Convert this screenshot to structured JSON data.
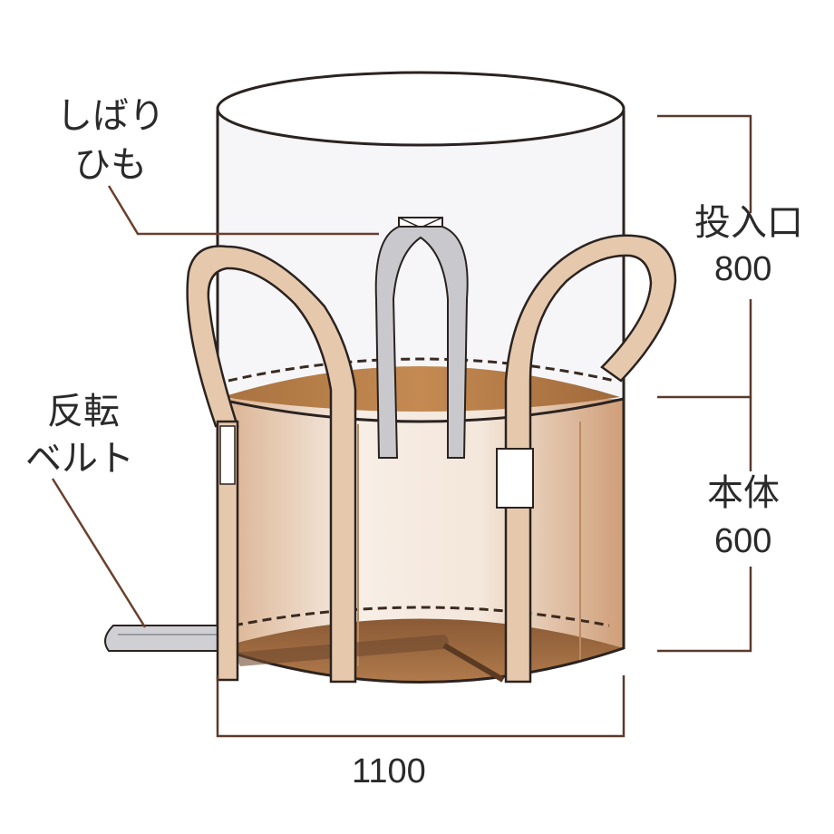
{
  "labels": {
    "tie_string": {
      "line1": "しばり",
      "line2": "ひも"
    },
    "inlet": {
      "name": "投入口",
      "size": "800"
    },
    "body": {
      "name": "本体",
      "size": "600"
    },
    "reversing_belt": {
      "line1": "反転",
      "line2": "ベルト"
    },
    "diameter": "1100"
  },
  "colors": {
    "outline": "#2b2320",
    "leader_line": "#6b3f2c",
    "belt_fill": "#e6c9ac",
    "body_light": "#f6ece4",
    "body_dark": "#c9956c",
    "bottom_fill": "#9c6b43",
    "inlet_fill": "#f5f5f7",
    "tie_fill": "#c8c8cc"
  }
}
